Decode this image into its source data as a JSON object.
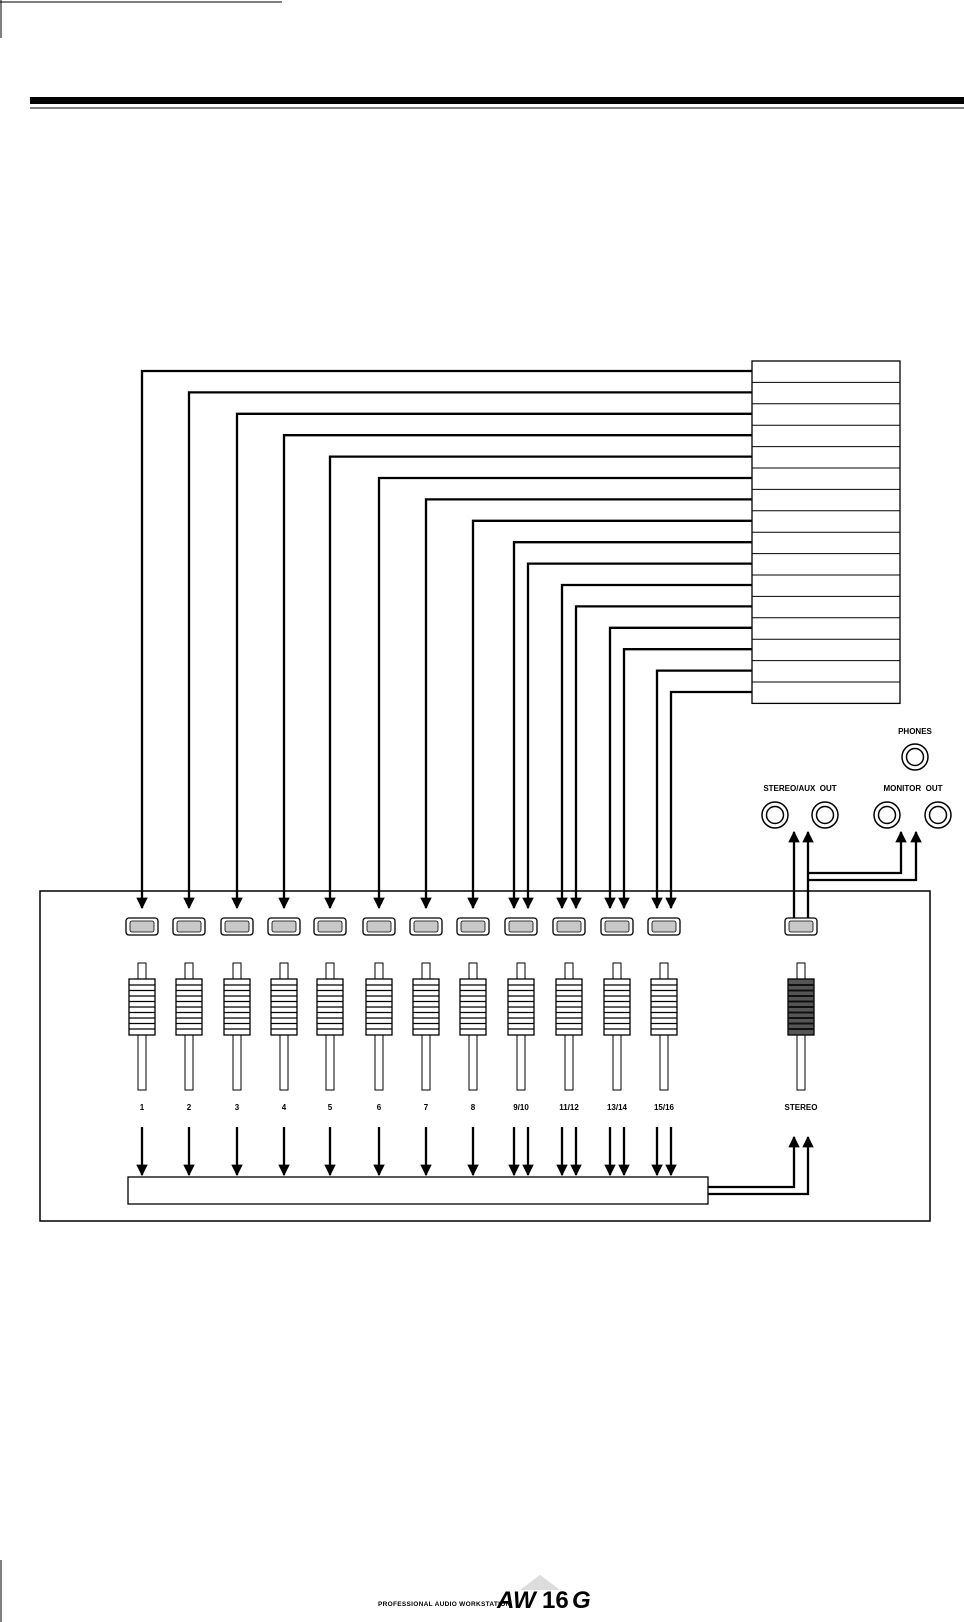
{
  "diagram": {
    "channel_labels": [
      "1",
      "2",
      "3",
      "4",
      "5",
      "6",
      "7",
      "8",
      "9/10",
      "11/12",
      "13/14",
      "15/16"
    ],
    "stereo_label": "STEREO",
    "phones_label": "PHONES",
    "stereo_aux_out_label": "STEREO/AUX  OUT",
    "monitor_out_label": "MONITOR  OUT"
  },
  "footer": {
    "small_text": "PROFESSIONAL AUDIO WORKSTATION",
    "model_prefix": "AW",
    "model_number": "16",
    "model_suffix": "G"
  }
}
